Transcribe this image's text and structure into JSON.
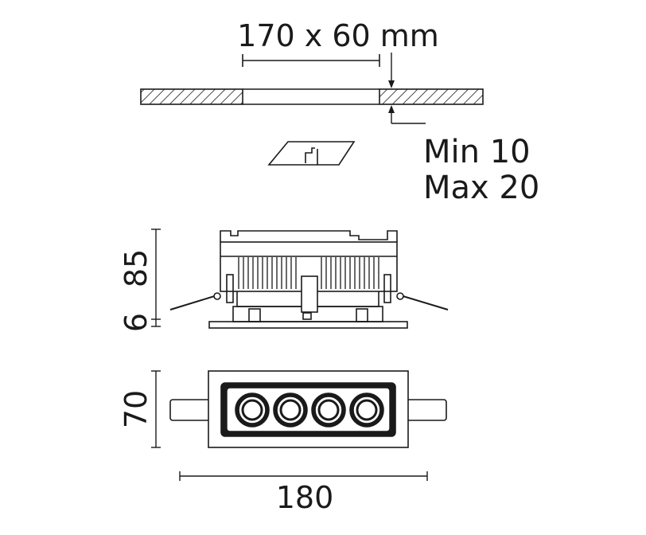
{
  "cutout": {
    "label": "170 x 60 mm"
  },
  "ceiling": {
    "thickness_min": "Min 10",
    "thickness_max": "Max 20"
  },
  "side_view": {
    "height_total": "85",
    "height_trim": "6"
  },
  "front_view": {
    "height": "70",
    "width": "180",
    "lamp_count": 4
  },
  "colors": {
    "line": "#1a1a1a",
    "background": "#ffffff"
  }
}
